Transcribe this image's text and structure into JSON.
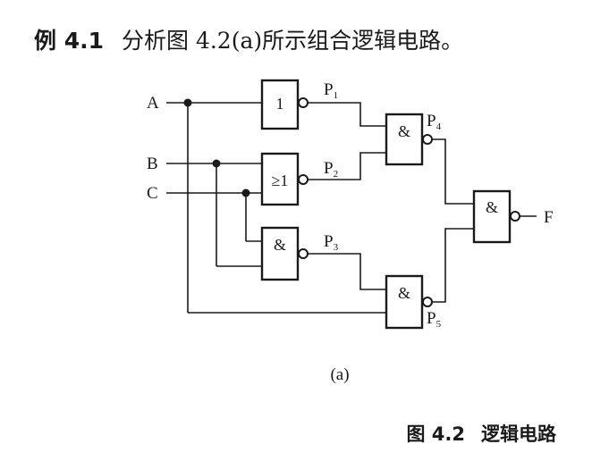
{
  "heading": {
    "example": "例 4.1",
    "text": "分析图 4.2(a)所示组合逻辑电路。"
  },
  "inputs": {
    "a": "A",
    "b": "B",
    "c": "C"
  },
  "output": "F",
  "gates": {
    "g1": "1",
    "g2": "≥1",
    "g3": "&",
    "g4": "&",
    "g5": "&",
    "g6": "&"
  },
  "signals": {
    "p1": {
      "base": "P",
      "sub": "1"
    },
    "p2": {
      "base": "P",
      "sub": "2"
    },
    "p3": {
      "base": "P",
      "sub": "3"
    },
    "p4": {
      "base": "P",
      "sub": "4"
    },
    "p5": {
      "base": "P",
      "sub": "5"
    }
  },
  "sublabel": "(a)",
  "caption": {
    "number": "图 4.2",
    "title": "逻辑电路"
  }
}
